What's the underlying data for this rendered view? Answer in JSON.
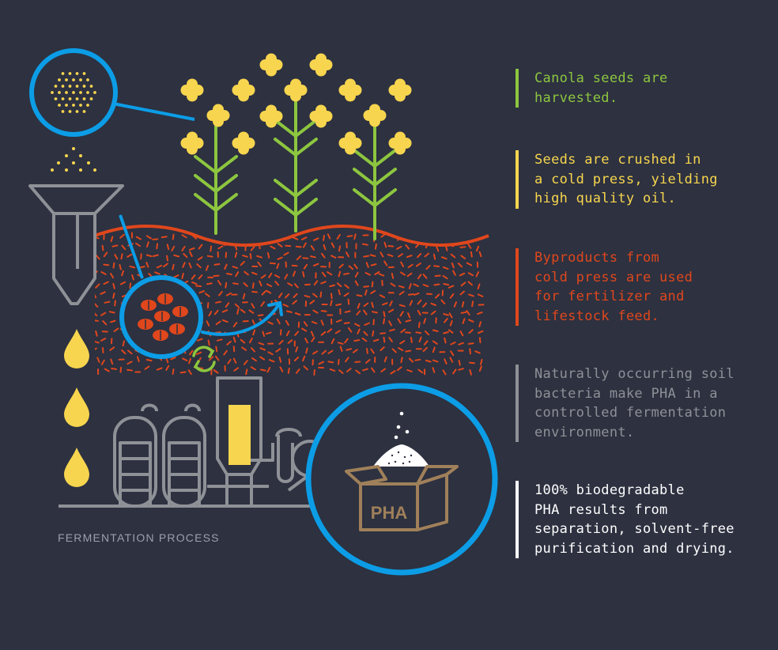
{
  "colors": {
    "background": "#2d3140",
    "green": "#8dc63f",
    "yellow": "#f7d54e",
    "orange": "#e0471c",
    "gray": "#8e9196",
    "white": "#ffffff",
    "blue": "#0c9de6",
    "brown": "#a0805a"
  },
  "steps": [
    {
      "text": "Canola seeds are\nharvested.",
      "color": "#8dc63f"
    },
    {
      "text": "Seeds are crushed in\na cold press, yielding\nhigh quality oil.",
      "color": "#f7d54e"
    },
    {
      "text": "Byproducts from\ncold press are used\nfor fertilizer and\nlifestock feed.",
      "color": "#e0471c"
    },
    {
      "text": "Naturally occurring soil\nbacteria make PHA in a\ncontrolled fermentation\nenvironment.",
      "color": "#8e9196"
    },
    {
      "text": "100% biodegradable\nPHA results from\nseparation, solvent-free\npurification and drying.",
      "color": "#ffffff"
    }
  ],
  "fermentation_label": "FERMENTATION PROCESS",
  "box_label": "PHA",
  "icons": [
    "seed-icon",
    "flower-icon",
    "funnel-icon",
    "oil-drop-icon",
    "recycle-icon",
    "arrow-icon",
    "tank-icon",
    "box-icon"
  ]
}
